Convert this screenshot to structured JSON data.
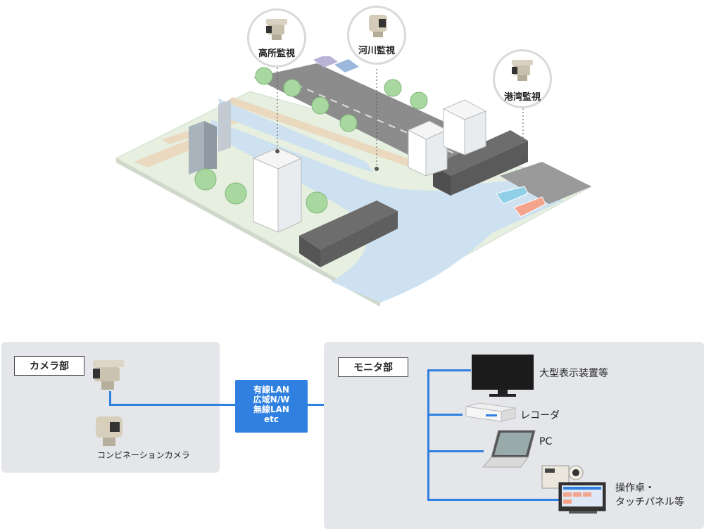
{
  "scene": {
    "callouts": [
      {
        "label": "高所監視",
        "icon": "ptz-camera-icon"
      },
      {
        "label": "河川監視",
        "icon": "thermal-camera-icon"
      },
      {
        "label": "港湾監視",
        "icon": "ptz-camera-icon"
      }
    ]
  },
  "camera_section": {
    "title": "カメラ部",
    "device_label": "コンビネーションカメラ"
  },
  "network": {
    "lines": [
      "有線LAN",
      "広域N/W",
      "無線LAN",
      "etc"
    ]
  },
  "monitor_section": {
    "title": "モニタ部",
    "devices": [
      {
        "label": "大型表示装置等",
        "icon": "display-icon"
      },
      {
        "label": "レコーダ",
        "icon": "recorder-icon"
      },
      {
        "label": "PC",
        "icon": "laptop-icon"
      },
      {
        "label": "操作卓・",
        "label2": "タッチパネル等",
        "icon": "control-console-icon"
      }
    ]
  },
  "colors": {
    "accent": "#2f80e0",
    "panel": "#e4e6e9",
    "water": "#cfe2f3",
    "land": "#e8f0e4",
    "road": "#8a8a8a"
  }
}
